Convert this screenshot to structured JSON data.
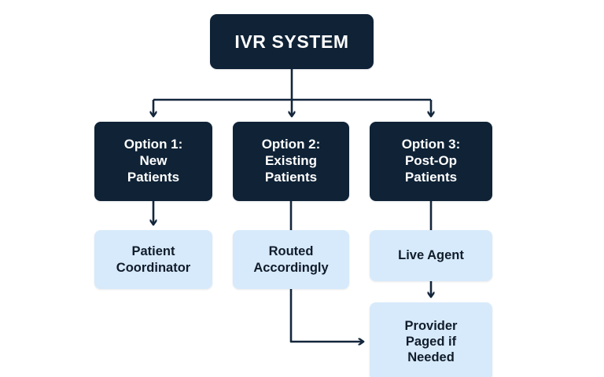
{
  "diagram": {
    "title_node": {
      "id": "ivr-system",
      "label": "IVR SYSTEM",
      "style": "dark"
    },
    "options": [
      {
        "id": "option-1",
        "label": "Option 1:\nNew\nPatients",
        "line1": "Option 1:",
        "line2": "New",
        "line3": "Patients",
        "style": "dark"
      },
      {
        "id": "option-2",
        "label": "Option 2:\nExisting\nPatients",
        "line1": "Option 2:",
        "line2": "Existing",
        "line3": "Patients",
        "style": "dark"
      },
      {
        "id": "option-3",
        "label": "Option 3:\nPost-Op\nPatients",
        "line1": "Option 3:",
        "line2": "Post-Op",
        "line3": "Patients",
        "style": "dark"
      }
    ],
    "outcomes": [
      {
        "id": "patient-coordinator",
        "label": "Patient\nCoordinator",
        "line1": "Patient",
        "line2": "Coordinator",
        "style": "light"
      },
      {
        "id": "routed-accordingly",
        "label": "Routed\nAccordingly",
        "line1": "Routed",
        "line2": "Accordingly",
        "style": "light"
      },
      {
        "id": "live-agent",
        "label": "Live Agent",
        "line1": "Live Agent",
        "line2": "",
        "style": "light"
      },
      {
        "id": "provider-paged",
        "label": "Provider\nPaged if\nNeeded",
        "line1": "Provider",
        "line2": "Paged if",
        "line3": "Needed",
        "style": "light"
      }
    ],
    "colors": {
      "dark_node_fill": "#0f2236",
      "dark_node_text": "#ffffff",
      "light_node_fill": "#d7eafb",
      "light_node_text": "#111c2b",
      "connector": "#13263c",
      "background": "#ffffff"
    },
    "connectors": [
      {
        "id": "ivr-to-bus",
        "from": "ivr-system",
        "to": "option-bus",
        "arrowhead": false
      },
      {
        "id": "bus-to-option-1",
        "from": "option-bus",
        "to": "option-1",
        "arrowhead": true
      },
      {
        "id": "bus-to-option-2",
        "from": "option-bus",
        "to": "option-2",
        "arrowhead": true
      },
      {
        "id": "bus-to-option-3",
        "from": "option-bus",
        "to": "option-3",
        "arrowhead": true
      },
      {
        "id": "option-1-to-patient-coordinator",
        "from": "option-1",
        "to": "patient-coordinator",
        "arrowhead": true
      },
      {
        "id": "option-2-to-routed-accordingly",
        "from": "option-2",
        "to": "routed-accordingly",
        "arrowhead": false
      },
      {
        "id": "option-3-to-live-agent",
        "from": "option-3",
        "to": "live-agent",
        "arrowhead": false
      },
      {
        "id": "live-agent-to-provider-paged",
        "from": "live-agent",
        "to": "provider-paged",
        "arrowhead": true
      },
      {
        "id": "routed-accordingly-to-provider-paged",
        "from": "routed-accordingly",
        "to": "provider-paged",
        "arrowhead": true,
        "shape": "elbow"
      }
    ]
  }
}
